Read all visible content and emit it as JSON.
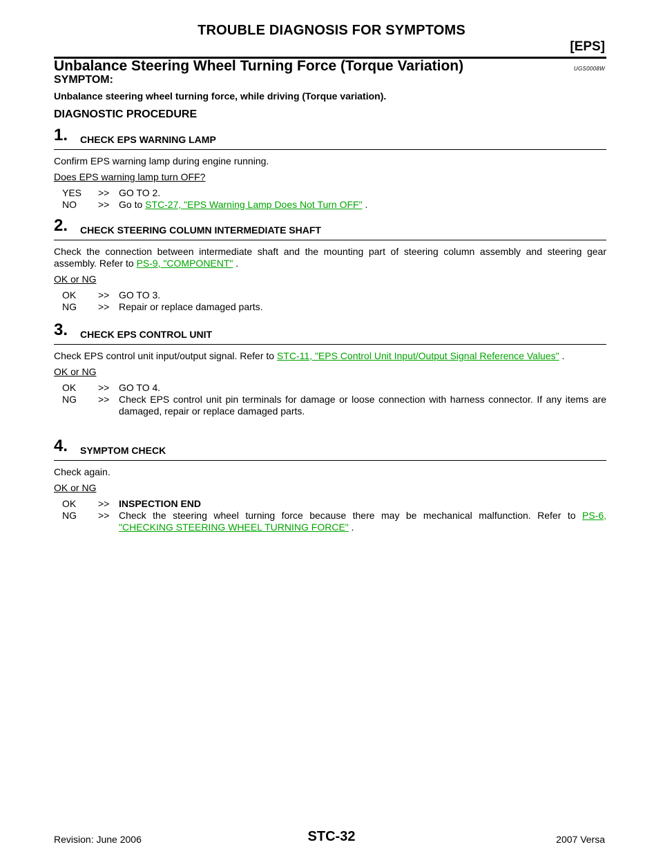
{
  "header": {
    "title": "TROUBLE DIAGNOSIS FOR SYMPTOMS",
    "subtitle": "[EPS]"
  },
  "section": {
    "title": "Unbalance Steering Wheel Turning Force (Torque Variation)",
    "code": "UGS0008W",
    "symptom_heading": "SYMPTOM:",
    "symptom_text": "Unbalance steering wheel turning force, while driving (Torque variation).",
    "procedure_heading": "DIAGNOSTIC PROCEDURE"
  },
  "steps": [
    {
      "num": "1.",
      "title": "CHECK EPS WARNING LAMP",
      "text": "Confirm EPS warning lamp during engine running.",
      "question": "Does EPS warning lamp turn OFF?",
      "answers": [
        {
          "code": "YES",
          "arrow": ">>",
          "text": "GO TO 2."
        },
        {
          "code": "NO",
          "arrow": ">>",
          "prefix": "Go to ",
          "link": "STC-27, \"EPS Warning Lamp Does Not Turn OFF\"",
          "suffix": " ."
        }
      ]
    },
    {
      "num": "2.",
      "title": "CHECK STEERING COLUMN INTERMEDIATE SHAFT",
      "text_prefix": "Check the connection between intermediate shaft and the mounting part of steering column assembly and steering gear assembly. Refer to ",
      "text_link": "PS-9, \"COMPONENT\"",
      "text_suffix": " .",
      "question": "OK or NG",
      "answers": [
        {
          "code": "OK",
          "arrow": ">>",
          "text": "GO TO 3."
        },
        {
          "code": "NG",
          "arrow": ">>",
          "text": "Repair or replace damaged parts."
        }
      ]
    },
    {
      "num": "3.",
      "title": "CHECK EPS CONTROL UNIT",
      "text_prefix": "Check EPS control unit input/output signal. Refer to ",
      "text_link": "STC-11, \"EPS Control Unit Input/Output Signal Reference Values\"",
      "text_suffix": " .",
      "question": "OK or NG",
      "answers": [
        {
          "code": "OK",
          "arrow": ">>",
          "text": "GO TO 4."
        },
        {
          "code": "NG",
          "arrow": ">>",
          "text": "Check EPS control unit pin terminals for damage or loose connection with harness connector. If any items are damaged, repair or replace damaged parts."
        }
      ]
    },
    {
      "num": "4.",
      "title": "SYMPTOM CHECK",
      "text": "Check again.",
      "question": "OK or NG",
      "answers": [
        {
          "code": "OK",
          "arrow": ">>",
          "text": "INSPECTION END"
        },
        {
          "code": "NG",
          "arrow": ">>",
          "prefix": "Check the steering wheel turning force because there may be mechanical malfunction. Refer to ",
          "link": "PS-6, \"CHECKING STEERING WHEEL TURNING FORCE\"",
          "suffix": " ."
        }
      ]
    }
  ],
  "footer": {
    "revision": "Revision: June 2006",
    "page": "STC-32",
    "model": "2007 Versa"
  },
  "colors": {
    "link": "#00a400"
  }
}
